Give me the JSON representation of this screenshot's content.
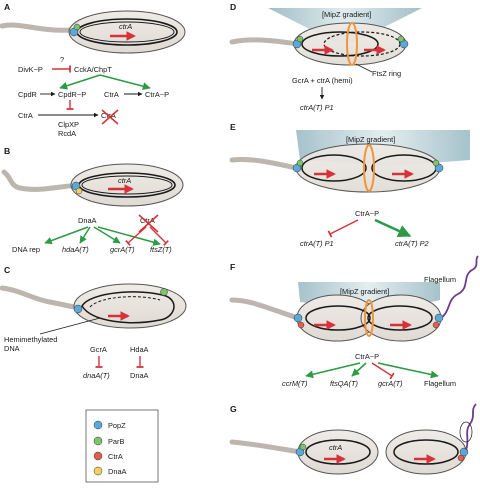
{
  "panels": {
    "a": "A",
    "b": "B",
    "c": "C",
    "d": "D",
    "e": "E",
    "f": "F",
    "g": "G"
  },
  "genes": {
    "ctrA": "ctrA"
  },
  "labels": {
    "question": "?",
    "divk": "DivK~P",
    "ccka": "CckA/ChpT",
    "cpdr": "CpdR",
    "cpdrp": "CpdR~P",
    "ctra": "CtrA",
    "ctrap": "CtrA~P",
    "clpxp": "ClpXP",
    "rcda": "RcdA",
    "dnaa": "DnaA",
    "dnarep": "DNA rep",
    "hdaa_t": "hdaA(T)",
    "gcra_t": "gcrA(T)",
    "ftsz_t": "ftsZ(T)",
    "hemi1": "Hemimethylated",
    "hemi2": "DNA",
    "gcra": "GcrA",
    "hdaa": "HdaA",
    "dnaa_t": "dnaA(T)",
    "mipz": "[MipZ gradient]",
    "ftszring": "FtsZ ring",
    "gcra_hemi": "GcrA + ctrA (hemi)",
    "ctra_p1": "ctrA(T) P1",
    "ctra_p2": "ctrA(T) P2",
    "flagellum": "Flagellum",
    "ccrm_t": "ccrM(T)",
    "ftsqa_t": "ftsQA(T)"
  },
  "legend": {
    "items": [
      {
        "label": "PopZ",
        "color": "#5aa9d8"
      },
      {
        "label": "ParB",
        "color": "#7ec46e"
      },
      {
        "label": "CtrA",
        "color": "#e2604f"
      },
      {
        "label": "DnaA",
        "color": "#f2d25e"
      }
    ]
  },
  "colors": {
    "activation": "#2e9a45",
    "repression": "#d6323a",
    "cell_fill": "#e8e4df",
    "gradient": "#8fb3bd",
    "ftsz_ring": "#f0953a",
    "flagellum": "#6d3a8c"
  }
}
